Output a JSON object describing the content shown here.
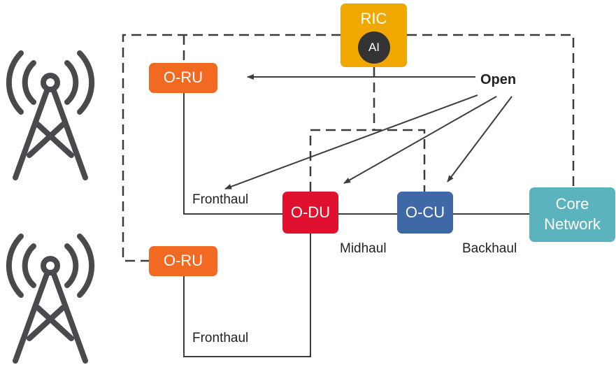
{
  "nodes": {
    "ric": "RIC",
    "ai": "AI",
    "oru_top": "O-RU",
    "oru_bottom": "O-RU",
    "odu": "O-DU",
    "ocu": "O-CU",
    "core": "Core\nNetwork"
  },
  "labels": {
    "open": "Open",
    "fronthaul_top": "Fronthaul",
    "fronthaul_bottom": "Fronthaul",
    "midhaul": "Midhaul",
    "backhaul": "Backhaul"
  },
  "colors": {
    "ric": "#F0A800",
    "oru": "#F26A21",
    "odu": "#E0102F",
    "ocu": "#3F68A6",
    "core": "#5BB3BE",
    "tower": "#4A4A4E",
    "line": "#3C3C3C"
  },
  "icons": [
    "radio-tower-icon",
    "radio-tower-icon"
  ]
}
